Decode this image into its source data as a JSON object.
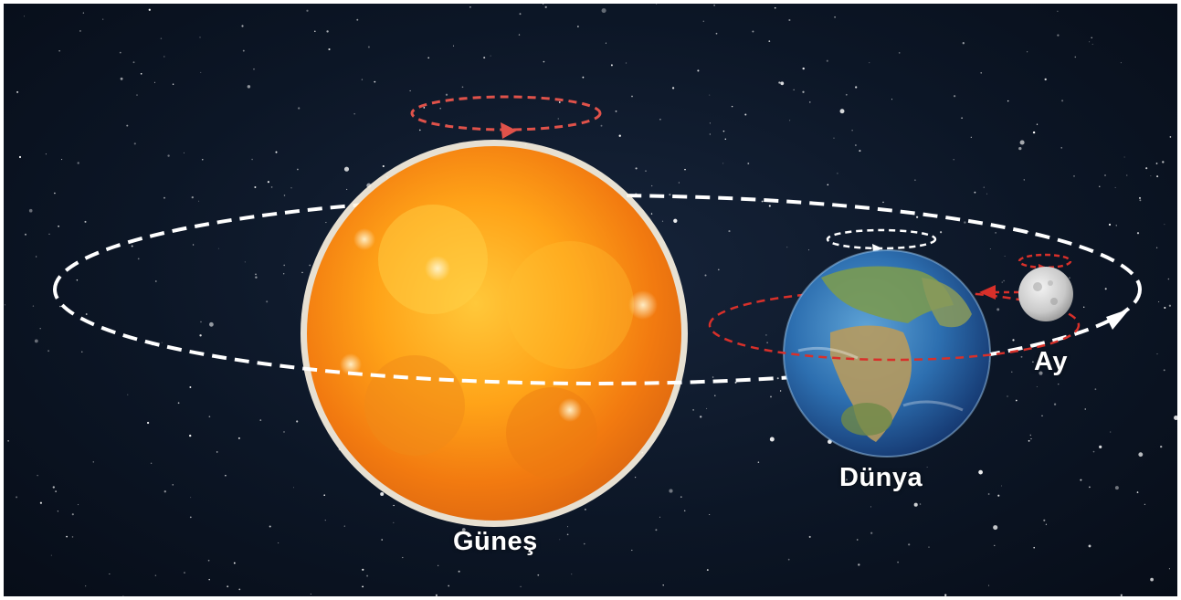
{
  "labels": {
    "sun": "Güneş",
    "earth": "Dünya",
    "moon": "Ay"
  },
  "colors": {
    "background": "#0c1626",
    "orbit": "#ffffff",
    "rotation": "#e0524a",
    "moon_orbit": "#d8302a"
  }
}
